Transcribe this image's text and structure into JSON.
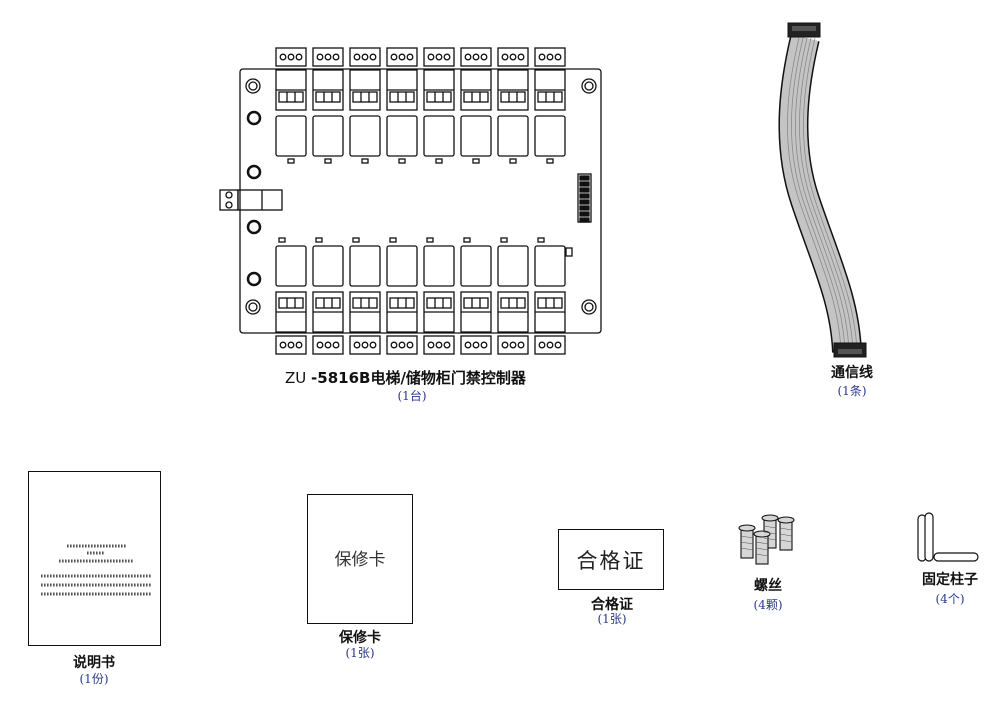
{
  "controller": {
    "name_prefix": "ZU",
    "name_rest": "-5816B电梯/储物柜门禁控制器",
    "qty": "(1台)"
  },
  "cable": {
    "name": "通信线",
    "qty": "(1条)"
  },
  "manual": {
    "name": "说明书",
    "qty": "(1份)"
  },
  "warranty": {
    "name": "保修卡",
    "qty": "(1张)",
    "card_text": "保修卡"
  },
  "certificate": {
    "name": "合格证",
    "qty": "(1张)",
    "card_text": "合格证"
  },
  "screws": {
    "name": "螺丝",
    "qty": "(4颗)"
  },
  "standoffs": {
    "name": "固定柱子",
    "qty": "(4个)"
  },
  "colors": {
    "qty_text": "#2b3a8c",
    "line": "#111111",
    "cable_fill": "#bdbdbd"
  }
}
